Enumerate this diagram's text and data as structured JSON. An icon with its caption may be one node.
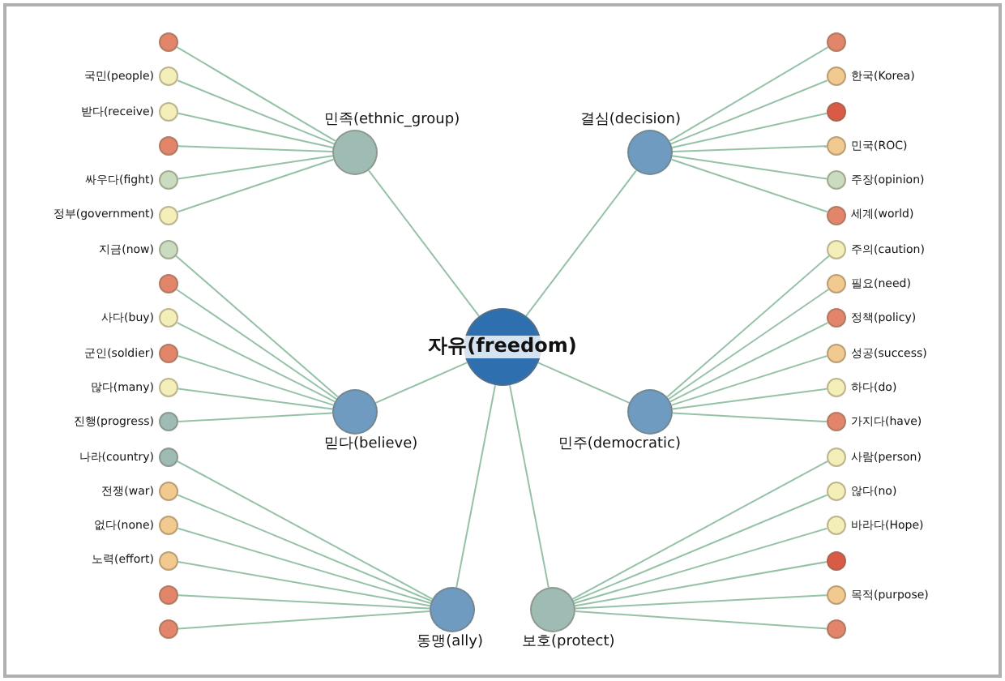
{
  "diagram": {
    "nodes": [
      {
        "text": [
          "국민(people)"
        ]
      },
      {
        "text": [
          "받다(receive)"
        ]
      },
      {
        "text": [
          "한국(Korea)"
        ]
      },
      {
        "text": [
          "민국(ROC)"
        ]
      },
      {
        "text": [
          "민족(ethnic_group)"
        ]
      },
      {
        "text": [
          "싸우다(fight)"
        ]
      },
      {
        "text": [
          "주장(opinion)"
        ]
      },
      {
        "text": [
          "정부(government)"
        ]
      },
      {
        "text": [
          "지금(now)"
        ]
      },
      {
        "text": [
          "자유(freedom)"
        ]
      },
      {
        "text": [
          "결심(decision)"
        ]
      },
      {
        "text": [
          "사다(buy)"
        ]
      },
      {
        "text": [
          "믿다(believe)"
        ]
      },
      {
        "text": [
          "필요(need)"
        ]
      },
      {
        "text": [
          "주의(caution)"
        ]
      },
      {
        "text": [
          "동맹(ally)"
        ]
      },
      {
        "text": [
          "민주(democratic)"
        ]
      },
      {
        "text": [
          "많다(many)"
        ]
      },
      {
        "text": [
          "진행(progress)"
        ]
      },
      {
        "text": [
          "나라(country)"
        ]
      },
      {
        "text": [
          "보호(protect)"
        ]
      },
      {
        "text": [
          "사람(person)"
        ]
      },
      {
        "text": [
          "하다(do)"
        ]
      },
      {
        "text": [
          "성공(success)"
        ]
      },
      {
        "text": [
          "가지다(have)"
        ]
      },
      {
        "text": [
          "세계(world)"
        ]
      },
      {
        "text": [
          "정책(policy)"
        ]
      },
      {
        "text": [
          "바라다(Hope)"
        ]
      },
      {
        "text": [
          "않다(no)"
        ]
      },
      {
        "text": [
          "군인(soldier)"
        ]
      },
      {
        "text": [
          "없다(none)"
        ]
      },
      {
        "text": [
          "전쟁(war)"
        ]
      },
      {
        "text": [
          "노력(effort)"
        ]
      },
      {
        "text": [
          "목적(purpose)"
        ]
      },
      {
        "text": [],
        "shape": "circle"
      },
      {
        "text": [],
        "shape": "circle"
      },
      {
        "text": [],
        "shape": "circle"
      },
      {
        "text": [],
        "shape": "circle"
      },
      {
        "text": [],
        "shape": "circle"
      },
      {
        "text": [],
        "shape": "circle"
      },
      {
        "text": [],
        "shape": "circle"
      },
      {
        "text": [],
        "shape": "circle"
      },
      {
        "text": [],
        "shape": "circle"
      }
    ],
    "edges": [
      {
        "from": 9,
        "to": 4,
        "arrow": "none"
      },
      {
        "from": 9,
        "to": 12,
        "arrow": "none"
      },
      {
        "from": 9,
        "to": 15,
        "arrow": "none"
      },
      {
        "from": 9,
        "to": 10,
        "arrow": "none"
      },
      {
        "from": 9,
        "to": 16,
        "arrow": "none"
      },
      {
        "from": 9,
        "to": 20,
        "arrow": "none"
      },
      {
        "from": 4,
        "to": 34,
        "arrow": "none"
      },
      {
        "from": 4,
        "to": 0,
        "arrow": "none"
      },
      {
        "from": 4,
        "to": 1,
        "arrow": "none"
      },
      {
        "from": 4,
        "to": 35,
        "arrow": "none"
      },
      {
        "from": 4,
        "to": 5,
        "arrow": "none"
      },
      {
        "from": 4,
        "to": 7,
        "arrow": "none"
      },
      {
        "from": 12,
        "to": 8,
        "arrow": "none"
      },
      {
        "from": 12,
        "to": 36,
        "arrow": "none"
      },
      {
        "from": 12,
        "to": 11,
        "arrow": "none"
      },
      {
        "from": 12,
        "to": 29,
        "arrow": "none"
      },
      {
        "from": 12,
        "to": 17,
        "arrow": "none"
      },
      {
        "from": 12,
        "to": 18,
        "arrow": "none"
      },
      {
        "from": 15,
        "to": 19,
        "arrow": "none"
      },
      {
        "from": 15,
        "to": 31,
        "arrow": "none"
      },
      {
        "from": 15,
        "to": 30,
        "arrow": "none"
      },
      {
        "from": 15,
        "to": 32,
        "arrow": "none"
      },
      {
        "from": 15,
        "to": 39,
        "arrow": "none"
      },
      {
        "from": 15,
        "to": 40,
        "arrow": "none"
      },
      {
        "from": 10,
        "to": 38,
        "arrow": "none"
      },
      {
        "from": 10,
        "to": 2,
        "arrow": "none"
      },
      {
        "from": 10,
        "to": 37,
        "arrow": "none"
      },
      {
        "from": 10,
        "to": 3,
        "arrow": "none"
      },
      {
        "from": 10,
        "to": 6,
        "arrow": "none"
      },
      {
        "from": 10,
        "to": 25,
        "arrow": "none"
      },
      {
        "from": 16,
        "to": 14,
        "arrow": "none"
      },
      {
        "from": 16,
        "to": 13,
        "arrow": "none"
      },
      {
        "from": 16,
        "to": 26,
        "arrow": "none"
      },
      {
        "from": 16,
        "to": 23,
        "arrow": "none"
      },
      {
        "from": 16,
        "to": 22,
        "arrow": "none"
      },
      {
        "from": 16,
        "to": 24,
        "arrow": "none"
      },
      {
        "from": 20,
        "to": 21,
        "arrow": "none"
      },
      {
        "from": 20,
        "to": 28,
        "arrow": "none"
      },
      {
        "from": 20,
        "to": 27,
        "arrow": "none"
      },
      {
        "from": 20,
        "to": 42,
        "arrow": "none"
      },
      {
        "from": 20,
        "to": 33,
        "arrow": "none"
      },
      {
        "from": 20,
        "to": 41,
        "arrow": "none"
      }
    ]
  }
}
